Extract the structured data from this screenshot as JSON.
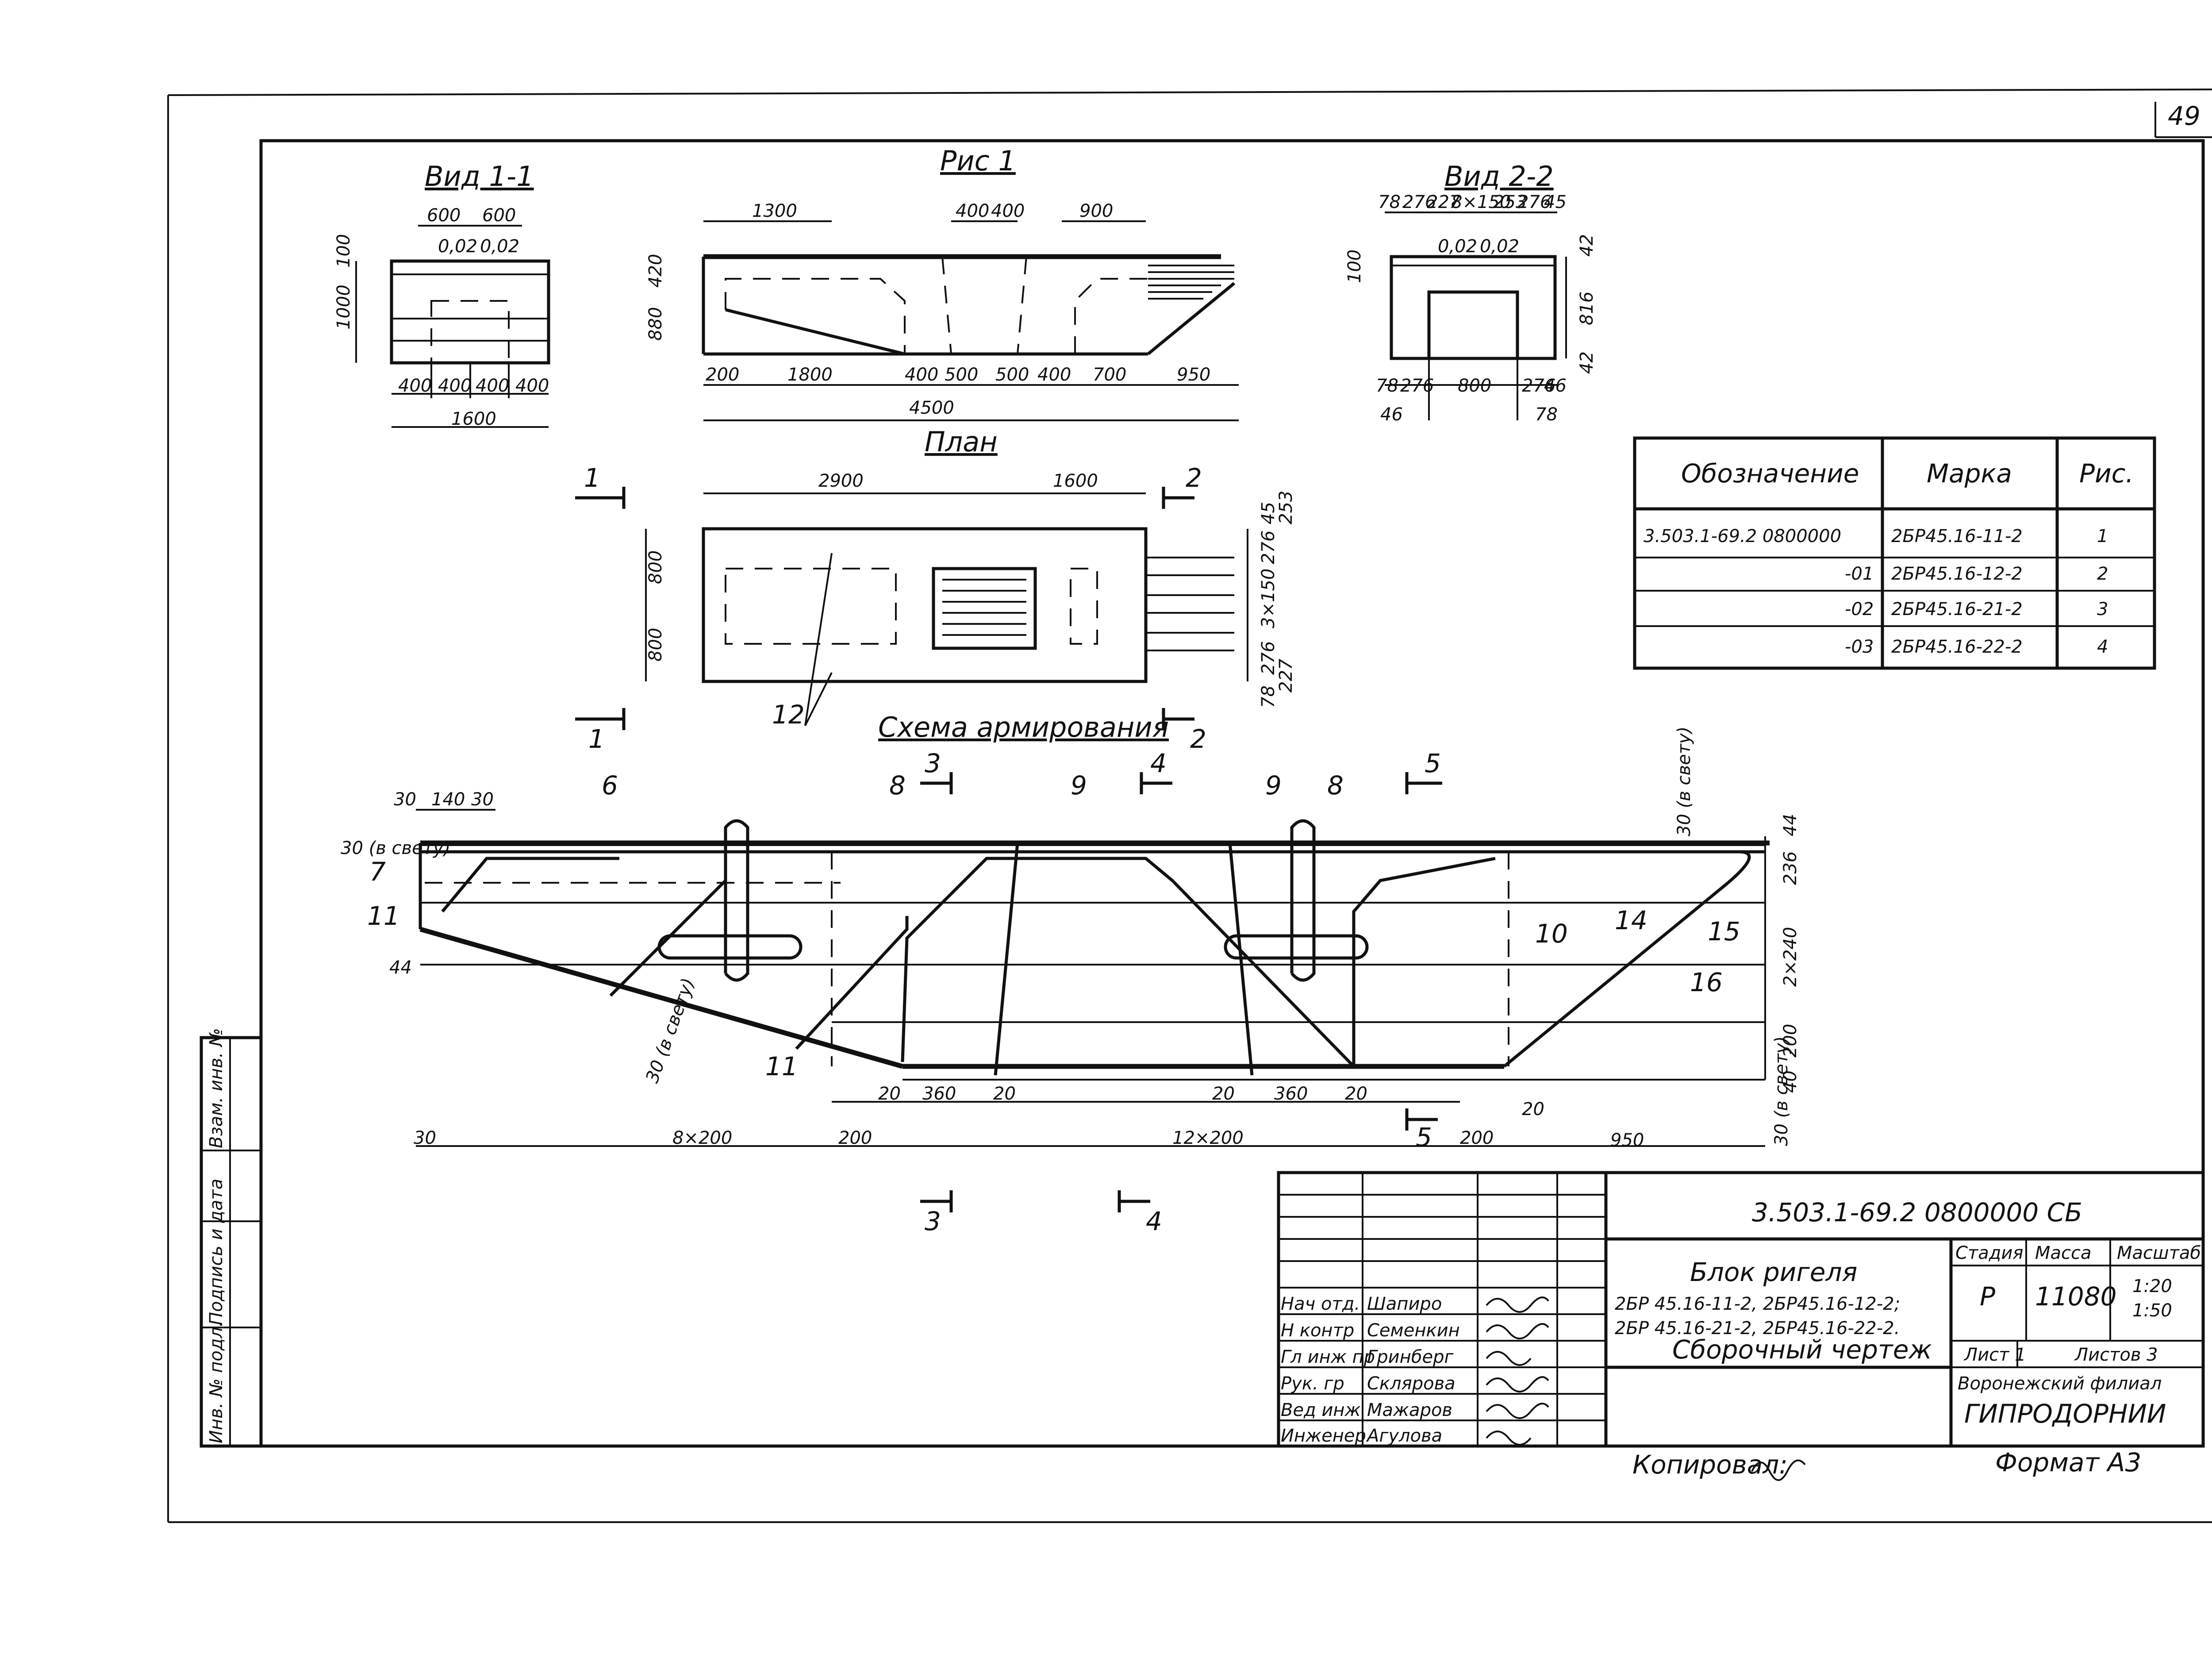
{
  "sheet_number": "49",
  "views": {
    "vid11": {
      "title": "Вид 1-1",
      "top_dims": [
        "600",
        "600"
      ],
      "marks": [
        "0,02",
        "0,02"
      ],
      "left_dims": [
        "100",
        "1000"
      ],
      "bottom_dims": [
        "400",
        "400",
        "400",
        "400"
      ],
      "total": "1600"
    },
    "ris1": {
      "title": "Рис 1",
      "top_dims": [
        "1300",
        "400",
        "400",
        "900"
      ],
      "left_dims": [
        "420",
        "880"
      ],
      "bottom_dims": [
        "200",
        "1800",
        "400",
        "500",
        "500",
        "400",
        "700",
        "950"
      ],
      "total": "4500"
    },
    "vid22": {
      "title": "Вид 2-2",
      "top_dims": [
        "78",
        "276",
        "227",
        "8×150",
        "253",
        "276",
        "45"
      ],
      "marks": [
        "0,02",
        "0,02"
      ],
      "left_dims": [
        "100"
      ],
      "right_dims": [
        "42",
        "816",
        "42"
      ],
      "bottom_dims": [
        "78",
        "276",
        "800",
        "276",
        "46"
      ],
      "under_dims": [
        "46",
        "78"
      ]
    },
    "plan": {
      "title": "План",
      "top_dims": [
        "2900",
        "1600"
      ],
      "left_dims": [
        "800",
        "800"
      ],
      "right_dims": [
        "45",
        "253",
        "276",
        "3×150",
        "276",
        "78",
        "227"
      ],
      "section_marks": [
        "1",
        "2",
        "1",
        "2"
      ],
      "callout": "12"
    },
    "reinf": {
      "title": "Схема армирования",
      "cut_marks": [
        "3",
        "4",
        "5",
        "3",
        "4",
        "5"
      ],
      "callouts": [
        "6",
        "7",
        "8",
        "9",
        "9",
        "8",
        "10",
        "11",
        "11",
        "14",
        "15",
        "16"
      ],
      "notes": [
        "30 (в свету)",
        "30 (в свету)",
        "30 (в свету)",
        "30 (в свету)"
      ],
      "top_dims": [
        "30",
        "140",
        "30"
      ],
      "left_dims": [
        "44"
      ],
      "right_dims": [
        "44",
        "236",
        "2×240",
        "200",
        "40"
      ],
      "mid_dims": [
        "20",
        "360",
        "20",
        "20",
        "360",
        "20",
        "20"
      ],
      "bottom_dims": [
        "30",
        "8×200",
        "200",
        "12×200",
        "200",
        "950"
      ]
    }
  },
  "spec_table": {
    "headers": [
      "Обозначение",
      "Марка",
      "Рис."
    ],
    "rows": [
      [
        "3.503.1-69.2 0800000",
        "2БР45.16-11-2",
        "1"
      ],
      [
        "-01",
        "2БР45.16-12-2",
        "2"
      ],
      [
        "-02",
        "2БР45.16-21-2",
        "3"
      ],
      [
        "-03",
        "2БР45.16-22-2",
        "4"
      ]
    ]
  },
  "side_stamp": [
    "Инв. № подл.",
    "Подпись и дата",
    "Взам. инв. №"
  ],
  "title_block": {
    "code": "3.503.1-69.2 0800000 СБ",
    "name": [
      "Блок ригеля",
      "2БР 45.16-11-2, 2БР45.16-12-2;",
      "2БР 45.16-21-2, 2БР45.16-22-2.",
      "Сборочный чертеж"
    ],
    "stage_label": "Стадия",
    "mass_label": "Масса",
    "scale_label": "Масштаб",
    "stage": "Р",
    "mass": "11080",
    "scale": [
      "1:20",
      "1:50"
    ],
    "sheet_label": "Лист 1",
    "sheets_label": "Листов 3",
    "org": [
      "Воронежский филиал",
      "ГИПРОДОРНИИ"
    ],
    "staff": [
      [
        "Нач отд.",
        "Шапиро"
      ],
      [
        "Н контр",
        "Семенкин"
      ],
      [
        "Гл инж пр",
        "Гринберг"
      ],
      [
        "Рук. гр",
        "Склярова"
      ],
      [
        "Вед инж",
        "Мажаров"
      ],
      [
        "Инженер",
        "Агулова"
      ]
    ]
  },
  "copied_by": "Копировал:",
  "format": "Формат А3"
}
